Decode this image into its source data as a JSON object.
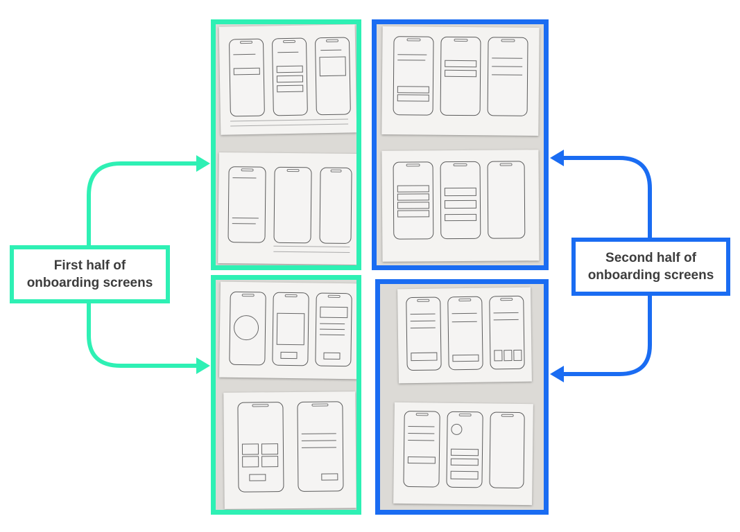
{
  "callouts": {
    "first_half": {
      "line1": "First half of",
      "line2": "onboarding screens"
    },
    "second_half": {
      "line1": "Second half of",
      "line2": "onboarding screens"
    }
  },
  "colors": {
    "green_accent": "#2ef0b4",
    "blue_accent": "#1a6cf2",
    "callout_text": "#3d3d3d"
  }
}
